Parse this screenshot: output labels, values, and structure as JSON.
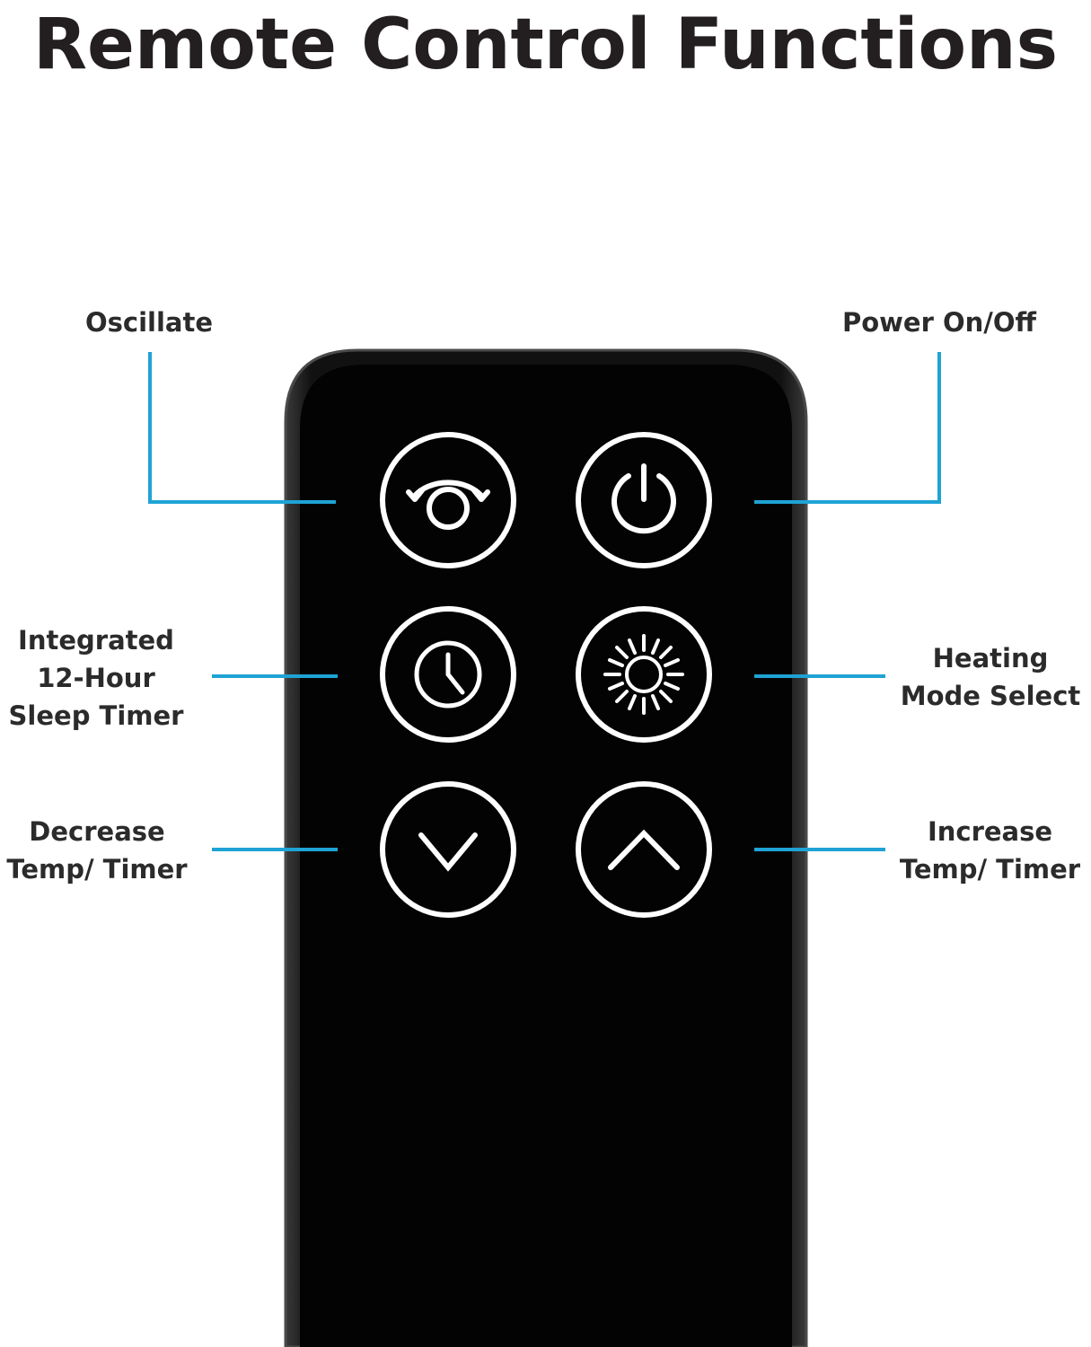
{
  "title": "Remote Control Functions",
  "colors": {
    "leader_line": "#1fa3d4",
    "remote_body": "#050505",
    "button_ring": "#ffffff"
  },
  "callouts": [
    {
      "id": "oscillate",
      "lines": [
        "Oscillate"
      ],
      "icon": "oscillate-icon"
    },
    {
      "id": "power",
      "lines": [
        "Power On/Off"
      ],
      "icon": "power-icon"
    },
    {
      "id": "timer",
      "lines": [
        "Integrated",
        "12-Hour",
        "Sleep Timer"
      ],
      "icon": "clock-icon"
    },
    {
      "id": "heating",
      "lines": [
        "Heating",
        "Mode Select"
      ],
      "icon": "sun-icon"
    },
    {
      "id": "decrease",
      "lines": [
        "Decrease",
        "Temp/ Timer"
      ],
      "icon": "chevron-down-icon"
    },
    {
      "id": "increase",
      "lines": [
        "Increase",
        "Temp/ Timer"
      ],
      "icon": "chevron-up-icon"
    }
  ]
}
